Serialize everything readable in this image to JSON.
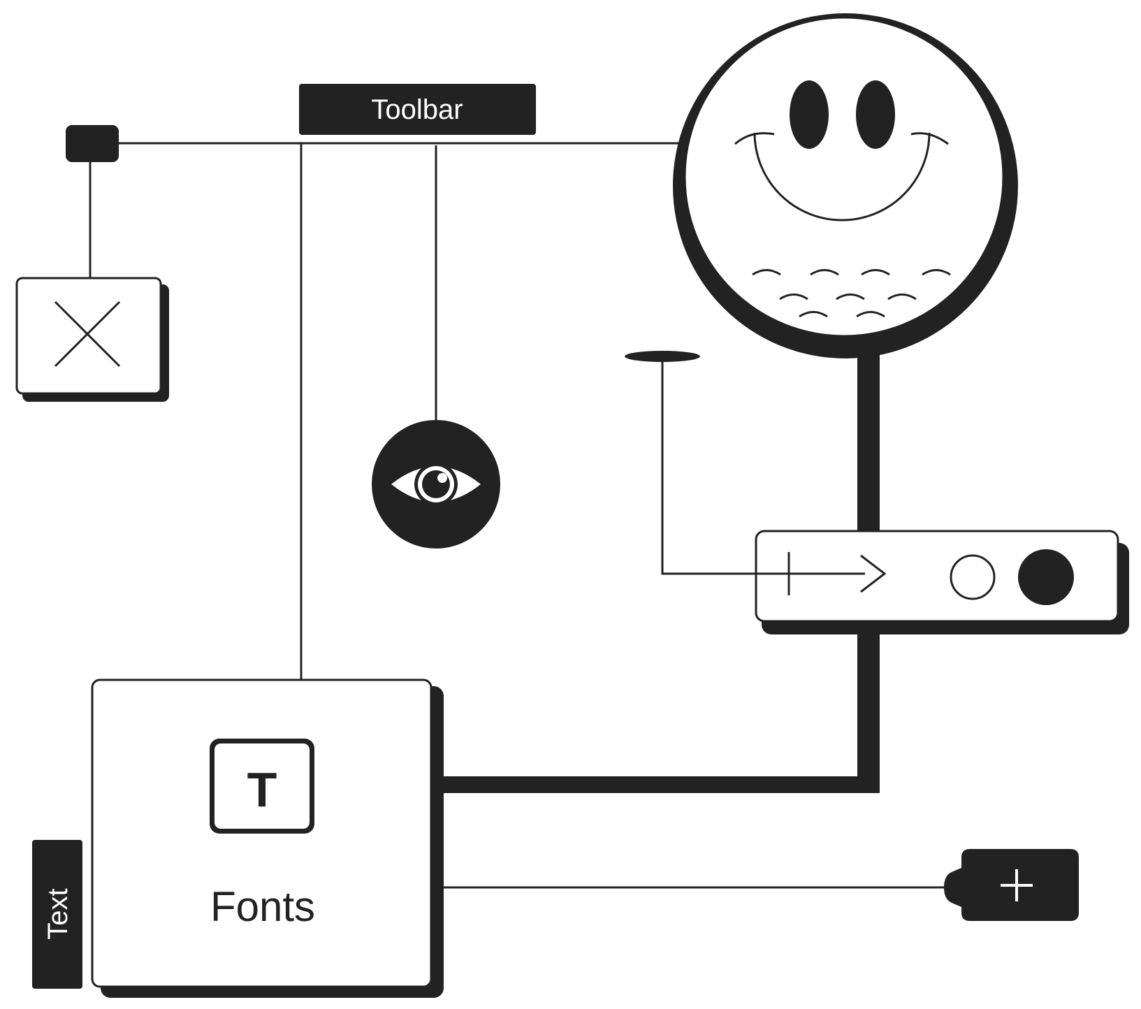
{
  "labels": {
    "toolbar": "Toolbar",
    "fonts": "Fonts",
    "fonts_icon_glyph": "T",
    "text_tab": "Text"
  },
  "icons": {
    "close": "close-icon",
    "eye": "eye-icon",
    "smiley": "smiley-face-icon",
    "arrow": "arrow-right-icon",
    "radio_off": "radio-unselected-icon",
    "radio_on": "radio-selected-icon",
    "plus": "plus-icon",
    "type": "text-type-icon"
  },
  "colors": {
    "ink": "#222222",
    "paper": "#ffffff"
  }
}
